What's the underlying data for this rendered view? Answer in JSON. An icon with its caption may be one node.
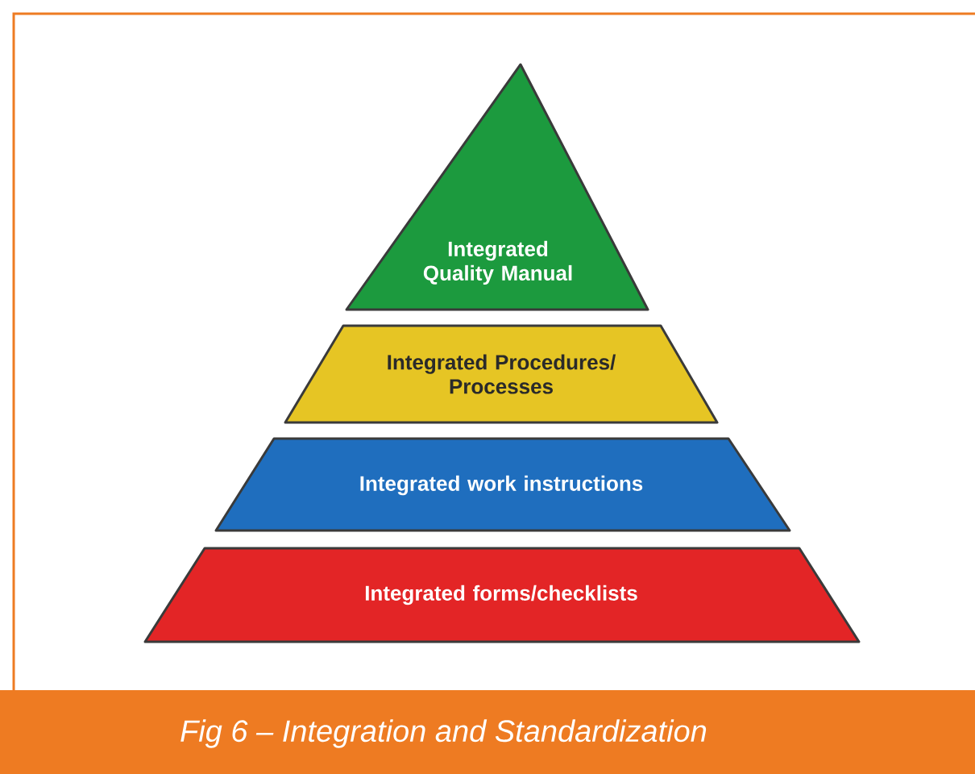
{
  "diagram": {
    "caption": "Fig 6 – Integration and Standardization",
    "nodes": [
      {
        "text": [
          "Integrated Quality Manual"
        ]
      },
      {
        "text": [
          "Integrated Procedures/ Processes"
        ]
      },
      {
        "text": [
          "Integrated work instructions"
        ]
      },
      {
        "text": [
          "Integrated forms/checklists"
        ]
      }
    ]
  }
}
